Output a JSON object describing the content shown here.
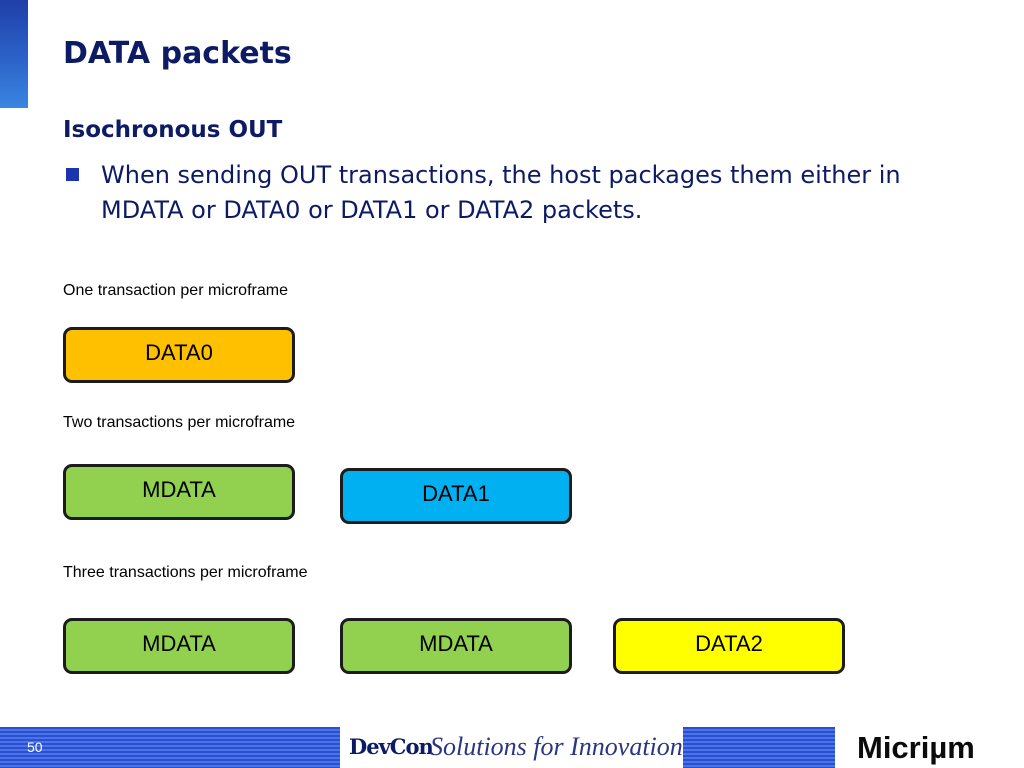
{
  "slide": {
    "title": "DATA packets",
    "section_heading": "Isochronous OUT",
    "bullet": "When sending OUT transactions, the host packages them either in MDATA or DATA0 or DATA1 or DATA2 packets."
  },
  "rows": [
    {
      "label": "One transaction per microframe",
      "packets": [
        "DATA0"
      ]
    },
    {
      "label": "Two transactions per microframe",
      "packets": [
        "MDATA",
        "DATA1"
      ]
    },
    {
      "label": "Three transactions per microframe",
      "packets": [
        "MDATA",
        "MDATA",
        "DATA2"
      ]
    }
  ],
  "footer": {
    "page_number": "50",
    "devcon_logo": "DevCon",
    "slogan": "Solutions for Innovation",
    "micrium_logo": "Micriµm"
  },
  "colors": {
    "title": "#0d1b64",
    "packet_orange": "#ffc000",
    "packet_green": "#92d050",
    "packet_blue": "#00b0f0",
    "packet_yellow": "#ffff00",
    "footer_blue": "#2a4fd0"
  }
}
